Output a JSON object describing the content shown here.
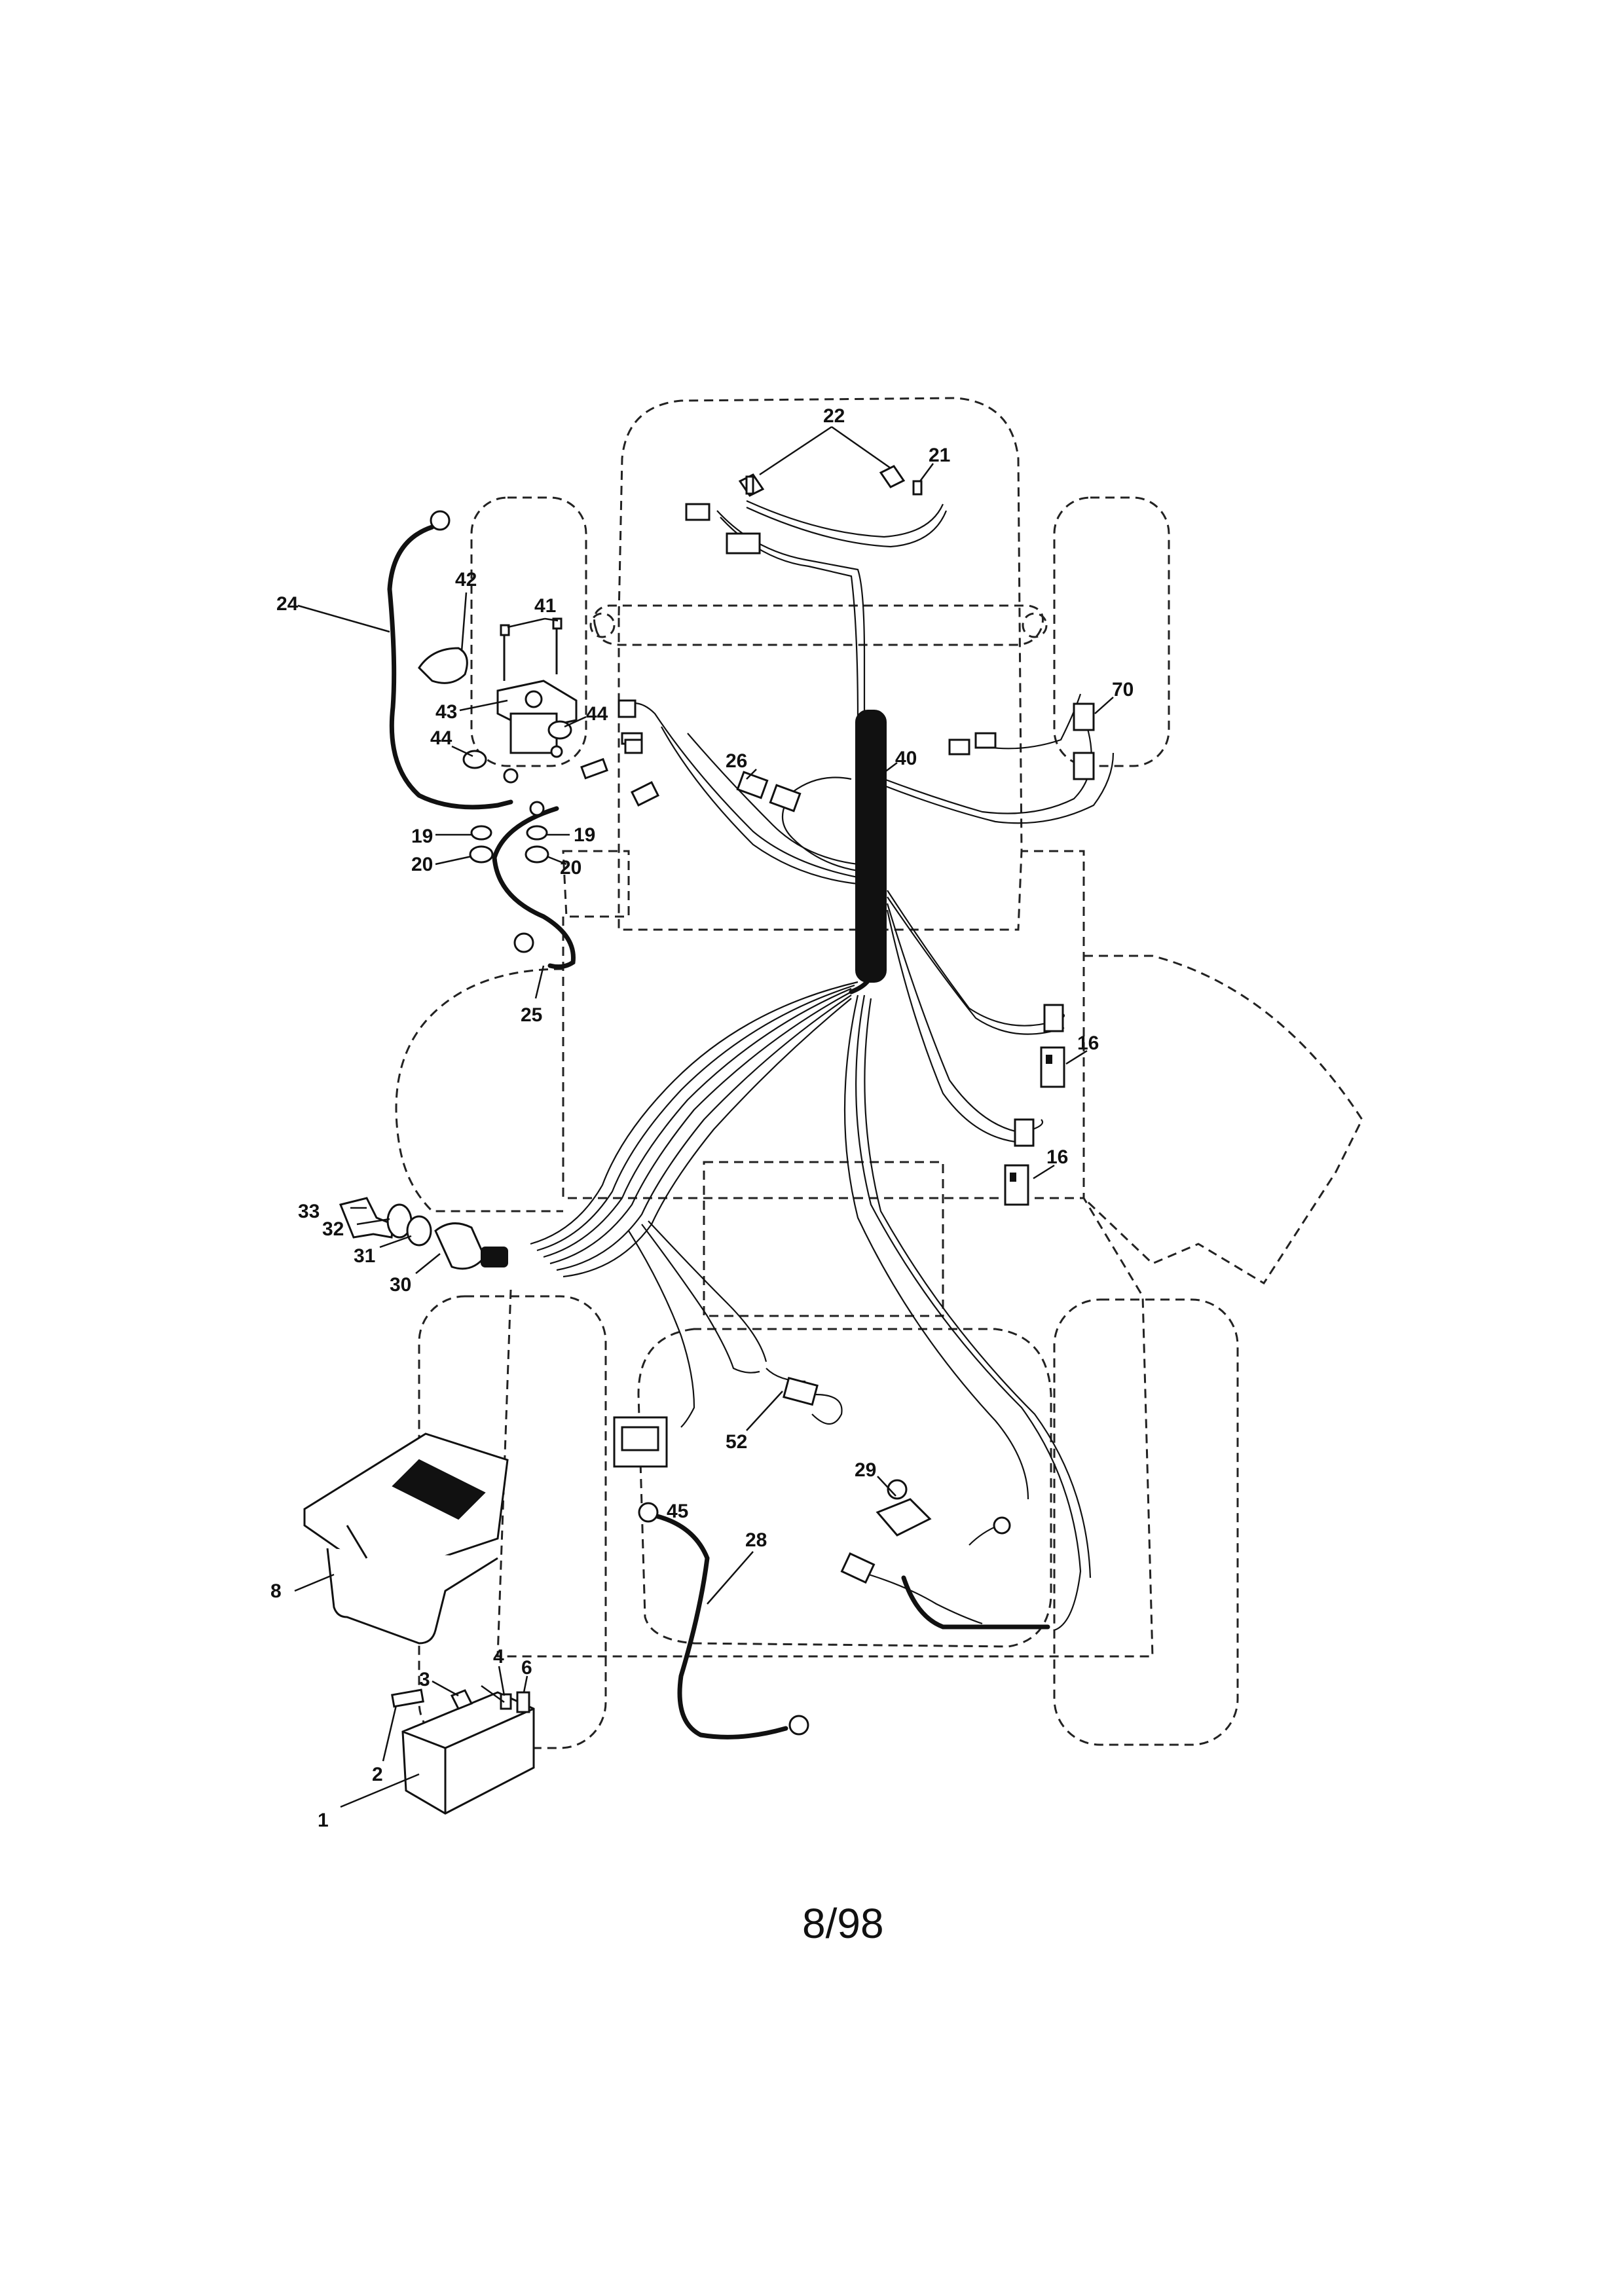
{
  "page_number": "8/98",
  "callouts": {
    "c1": "1",
    "c2": "2",
    "c3": "3",
    "c4": "4",
    "c6": "6",
    "c8": "8",
    "c16a": "16",
    "c16b": "16",
    "c19a": "19",
    "c19b": "19",
    "c20a": "20",
    "c20b": "20",
    "c21": "21",
    "c22": "22",
    "c24": "24",
    "c25": "25",
    "c26": "26",
    "c28": "28",
    "c29": "29",
    "c30": "30",
    "c31": "31",
    "c32": "32",
    "c33": "33",
    "c40": "40",
    "c41": "41",
    "c42": "42",
    "c43": "43",
    "c44a": "44",
    "c44b": "44",
    "c45": "45",
    "c52": "52",
    "c70": "70"
  }
}
